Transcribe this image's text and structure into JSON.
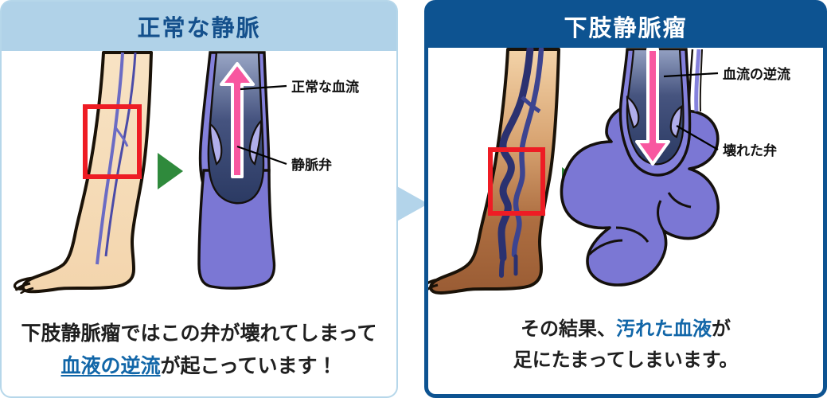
{
  "diagram": {
    "title_left": "正常な静脈",
    "title_right": "下肢静脈瘤",
    "connector_icon": "right-arrow-icon"
  },
  "left_panel": {
    "header": "正常な静脈",
    "labels": {
      "flow": "正常な血流",
      "valve": "静脈弁"
    },
    "caption_line1": "下肢静脈瘤ではこの弁が壊れてしまって",
    "caption_line2_highlight": "血液の逆流",
    "caption_line2_rest": "が起こっています！",
    "icons": {
      "zoom_box": "red-highlight-box-icon",
      "zoom_arrow": "green-triangle-icon",
      "flow_arrow": "pink-up-arrow-icon"
    }
  },
  "right_panel": {
    "header": "下肢静脈瘤",
    "labels": {
      "flow": "血流の逆流",
      "valve": "壊れた弁"
    },
    "caption_line1_pre": "その結果、",
    "caption_line1_highlight": "汚れた血液",
    "caption_line1_post": "が",
    "caption_line2": "足にたまってしまいます。",
    "icons": {
      "zoom_box": "red-highlight-box-icon",
      "zoom_arrow": "green-triangle-icon",
      "flow_arrow": "pink-down-arrow-icon"
    }
  },
  "colors": {
    "header_left_bg": "#b0d2e8",
    "header_left_text": "#14508c",
    "header_right_bg": "#0d5391",
    "header_right_text": "#ffffff",
    "accent_blue": "#1166a8",
    "vein_purple": "#7b77d4",
    "vein_lumen": "#2e3f68",
    "flow_pink": "#f857a0",
    "highlight_red": "#ee1c24",
    "arrow_green": "#2f8a3c",
    "skin": "#f6ddb9",
    "skin_congested": "#a3663c",
    "connector": "#b3d4ea"
  }
}
